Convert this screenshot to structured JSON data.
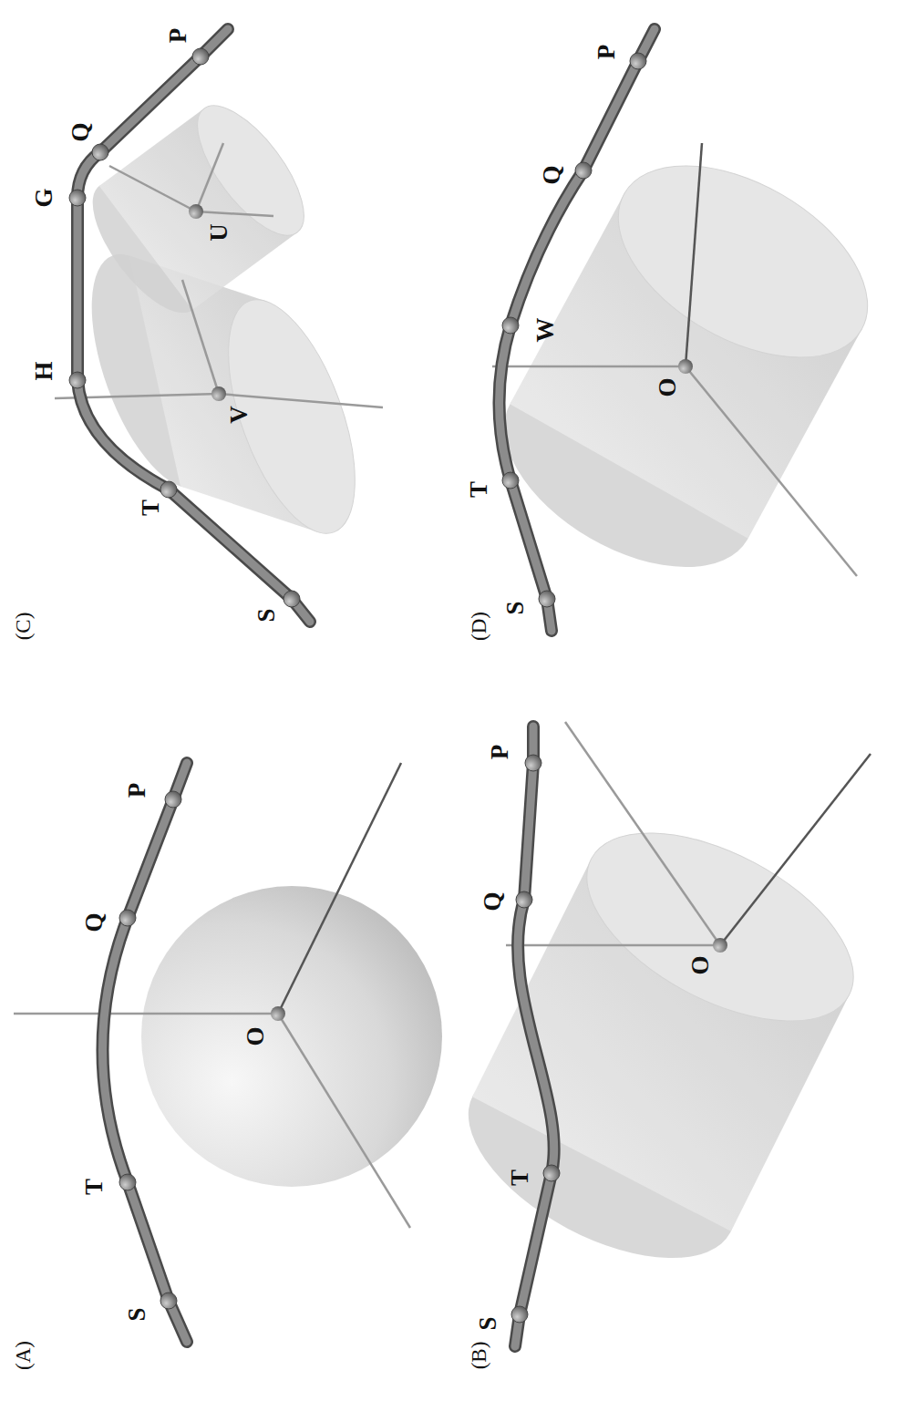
{
  "diagram": {
    "labels": [
      "(A)",
      "S",
      "T",
      "Q",
      "P",
      "O",
      "(B)",
      "S",
      "T",
      "Q",
      "P",
      "O",
      "(C)",
      "S",
      "T",
      "H",
      "V",
      "G",
      "Q",
      "U",
      "P",
      "(D)",
      "S",
      "T",
      "W",
      "O",
      "Q",
      "P"
    ]
  }
}
